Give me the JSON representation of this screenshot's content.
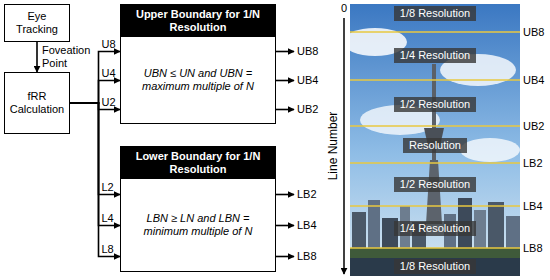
{
  "diagram": {
    "nodes": [
      {
        "text": [
          "Eye Tracking"
        ]
      },
      {
        "text": [
          "fRR Calculation"
        ]
      },
      {
        "text": [
          "Upper Boundary for 1/N Resolution",
          "UBN ≤ UN and UBN = maximum multiple of N"
        ]
      },
      {
        "text": [
          "Lower Boundary for 1/N Resolution",
          "LBN ≥ LN and LBN = minimum multiple of N"
        ]
      },
      {
        "text": [
          "1/8 Resolution"
        ]
      },
      {
        "text": [
          "1/4 Resolution"
        ]
      },
      {
        "text": [
          "1/2 Resolution"
        ]
      },
      {
        "text": [
          "Resolution"
        ]
      },
      {
        "text": [
          "1/2 Resolution"
        ]
      },
      {
        "text": [
          "1/4 Resolution"
        ]
      },
      {
        "text": [
          "1/8 Resolution"
        ]
      }
    ],
    "edges": [
      {
        "from": 0,
        "to": 1,
        "label": "Foveation Point",
        "arrow": "to"
      },
      {
        "from": 1,
        "to": 2,
        "label": "U8",
        "arrow": "to"
      },
      {
        "from": 1,
        "to": 2,
        "label": "U4",
        "arrow": "to"
      },
      {
        "from": 1,
        "to": 2,
        "label": "U2",
        "arrow": "to"
      },
      {
        "from": 1,
        "to": 3,
        "label": "L2",
        "arrow": "to"
      },
      {
        "from": 1,
        "to": 3,
        "label": "L4",
        "arrow": "to"
      },
      {
        "from": 1,
        "to": 3,
        "label": "L8",
        "arrow": "to"
      }
    ],
    "labels": [
      "UB8",
      "UB4",
      "UB2",
      "LB2",
      "LB4",
      "LB8",
      "0",
      "Line Number",
      "UB8",
      "UB4",
      "UB2",
      "LB2",
      "LB4",
      "LB8"
    ]
  }
}
